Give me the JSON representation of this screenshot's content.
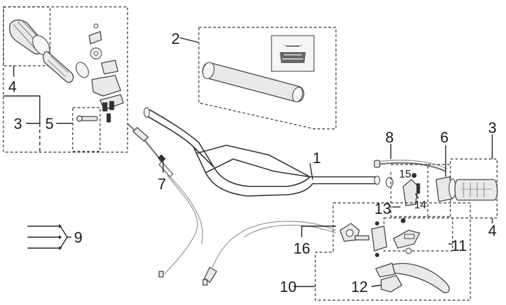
{
  "callouts": {
    "c1": "1",
    "c2": "2",
    "c3_left": "3",
    "c3_right": "3",
    "c4_left": "4",
    "c4_right": "4",
    "c5": "5",
    "c6": "6",
    "c7": "7",
    "c8": "8",
    "c9": "9",
    "c10": "10",
    "c11": "11",
    "c12": "12",
    "c13": "13",
    "c14": "14",
    "c15": "15",
    "c16": "16"
  }
}
